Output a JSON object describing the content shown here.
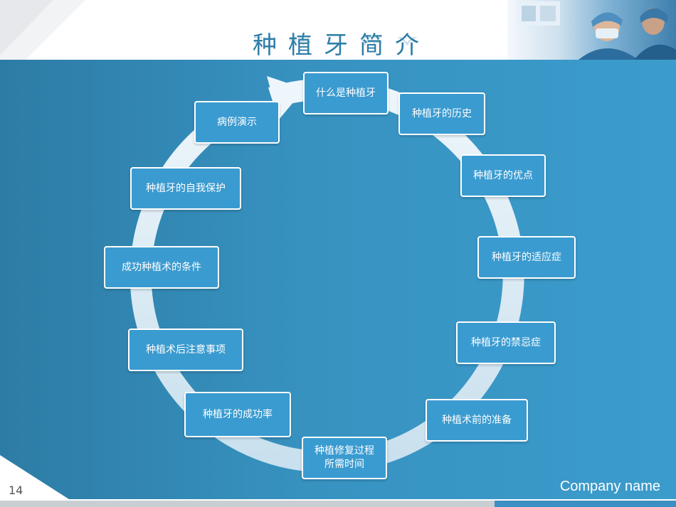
{
  "slide": {
    "title": "种植牙简介",
    "page_number": "14",
    "company": "Company name"
  },
  "nodes": [
    {
      "id": "what-is-implant",
      "label": "什么是种植牙"
    },
    {
      "id": "history",
      "label": "种植牙的历史"
    },
    {
      "id": "advantages",
      "label": "种植牙的优点"
    },
    {
      "id": "indications",
      "label": "种植牙的适应症"
    },
    {
      "id": "contraindications",
      "label": "种植牙的禁忌症"
    },
    {
      "id": "preparation",
      "label": "种植术前的准备"
    },
    {
      "id": "restoration-time",
      "label": "种植修复过程所需时间"
    },
    {
      "id": "success-rate",
      "label": "种植牙的成功率"
    },
    {
      "id": "post-op-notes",
      "label": "种植术后注意事项"
    },
    {
      "id": "conditions",
      "label": "成功种植术的条件"
    },
    {
      "id": "self-care",
      "label": "种植牙的自我保护"
    },
    {
      "id": "case-demo",
      "label": "病例演示"
    }
  ],
  "colors": {
    "panel": "#3792c0",
    "node_fill": "#3a9bd0",
    "ring": "#d6e8f3",
    "title": "#2f7ea8"
  }
}
